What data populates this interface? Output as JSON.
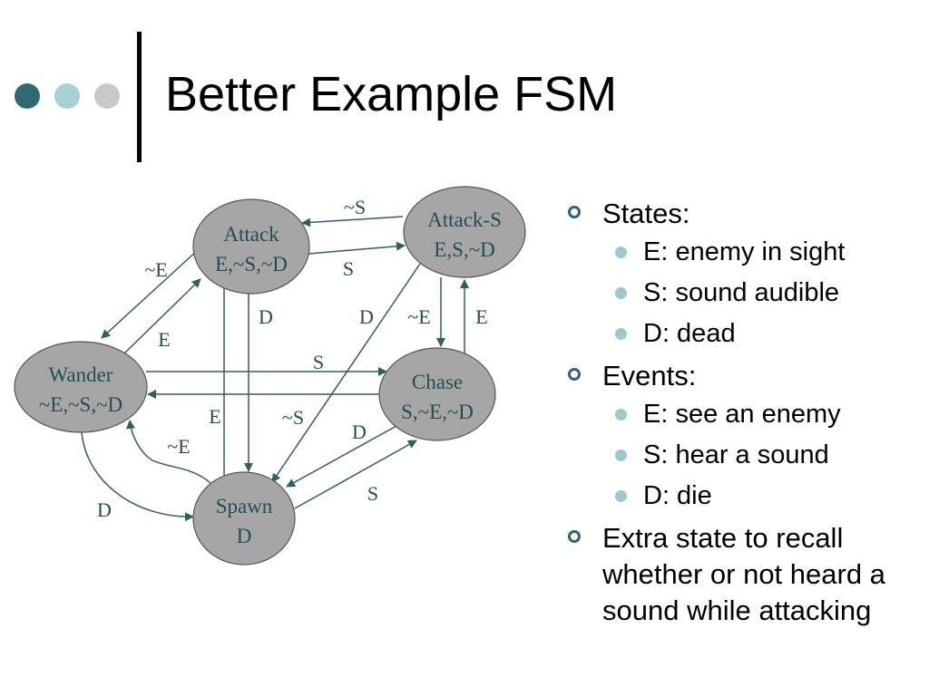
{
  "slide": {
    "title": "Better Example FSM",
    "accent_dots": [
      {
        "name": "dark-teal-dot",
        "color": "#2f6a72"
      },
      {
        "name": "light-teal-dot",
        "color": "#a6d1d7"
      },
      {
        "name": "light-gray-dot",
        "color": "#c9c9c9"
      }
    ]
  },
  "diagram": {
    "node_fill": "#a6a6a6",
    "text_color": "#1f4f55",
    "arrow_color": "#2e5f63",
    "nodes": [
      {
        "id": "attack",
        "name": "Attack",
        "lines": [
          "Attack",
          "E,~S,~D"
        ]
      },
      {
        "id": "attack_s",
        "name": "Attack-S",
        "lines": [
          "Attack-S",
          "E,S,~D"
        ]
      },
      {
        "id": "wander",
        "name": "Wander",
        "lines": [
          "Wander",
          "~E,~S,~D"
        ]
      },
      {
        "id": "chase",
        "name": "Chase",
        "lines": [
          "Chase",
          "S,~E,~D"
        ]
      },
      {
        "id": "spawn",
        "name": "Spawn",
        "lines": [
          "Spawn",
          "D"
        ]
      }
    ],
    "edges": [
      {
        "from": "attack_s",
        "to": "attack",
        "label": "~S"
      },
      {
        "from": "attack",
        "to": "attack_s",
        "label": "S"
      },
      {
        "from": "attack",
        "to": "wander",
        "label": "~E"
      },
      {
        "from": "wander",
        "to": "attack",
        "label": "E"
      },
      {
        "from": "attack",
        "to": "spawn",
        "label": "D"
      },
      {
        "from": "spawn",
        "to": "attack",
        "label": "E"
      },
      {
        "from": "attack_s",
        "to": "spawn",
        "label": "D"
      },
      {
        "from": "attack_s",
        "to": "chase",
        "label": "~E"
      },
      {
        "from": "chase",
        "to": "attack_s",
        "label": "E"
      },
      {
        "from": "wander",
        "to": "chase",
        "label": "S"
      },
      {
        "from": "chase",
        "to": "wander",
        "label": "~S"
      },
      {
        "from": "chase",
        "to": "spawn",
        "label": "D"
      },
      {
        "from": "spawn",
        "to": "chase",
        "label": "S"
      },
      {
        "from": "spawn",
        "to": "wander",
        "label": "~E"
      },
      {
        "from": "wander",
        "to": "spawn",
        "label": "D"
      }
    ]
  },
  "bullets": [
    {
      "text": "States:",
      "sub": [
        "E: enemy in sight",
        "S: sound audible",
        "D: dead"
      ]
    },
    {
      "text": "Events:",
      "sub": [
        "E: see an enemy",
        "S: hear a sound",
        "D: die"
      ]
    },
    {
      "text": "Extra state to recall whether or not heard a sound while attacking",
      "sub": []
    }
  ]
}
